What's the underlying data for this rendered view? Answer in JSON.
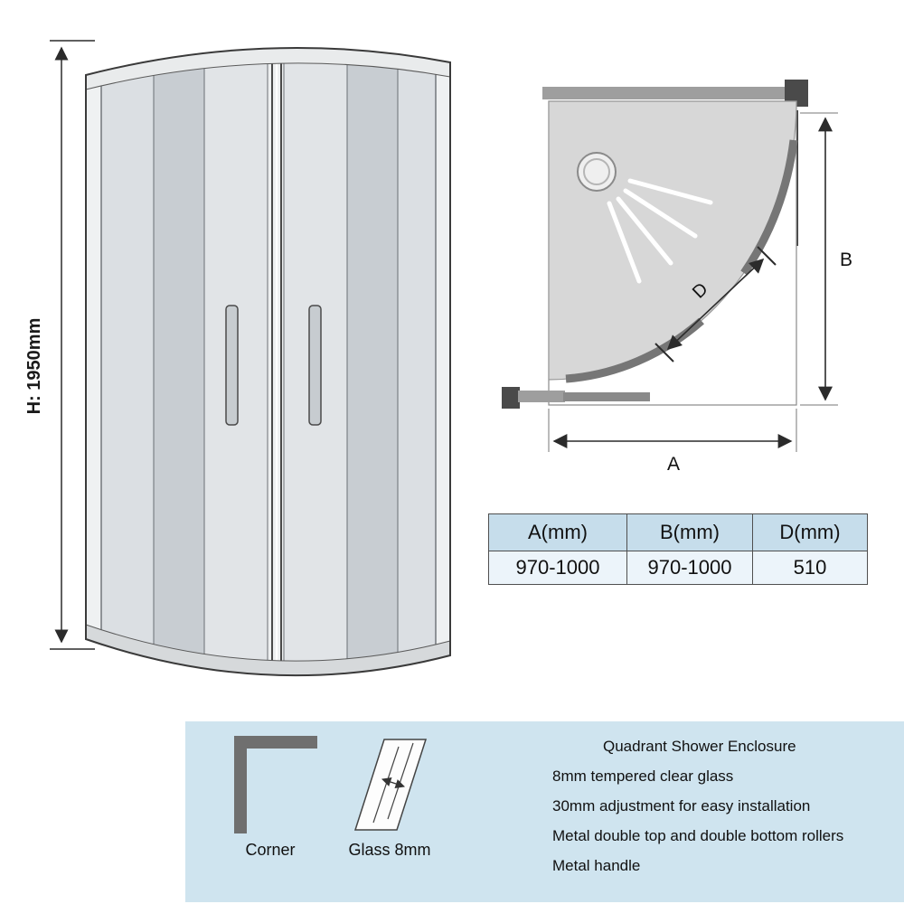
{
  "colors": {
    "banner_bg": "#cfe4ef",
    "table_header_bg": "#c6ddeb",
    "table_row_bg": "#ecf4fa"
  },
  "front_view": {
    "height_label": "H: 1950mm"
  },
  "plan_view": {
    "dim_a": "A",
    "dim_b": "B",
    "dim_d": "D"
  },
  "spec_table": {
    "headers": [
      "A(mm)",
      "B(mm)",
      "D(mm)"
    ],
    "rows": [
      [
        "970-1000",
        "970-1000",
        "510"
      ]
    ]
  },
  "features": {
    "corner_label": "Corner",
    "glass_label": "Glass 8mm",
    "items": [
      "Quadrant Shower Enclosure",
      "8mm tempered clear glass",
      "30mm adjustment for easy installation",
      "Metal double top and double bottom rollers",
      "Metal handle"
    ]
  }
}
